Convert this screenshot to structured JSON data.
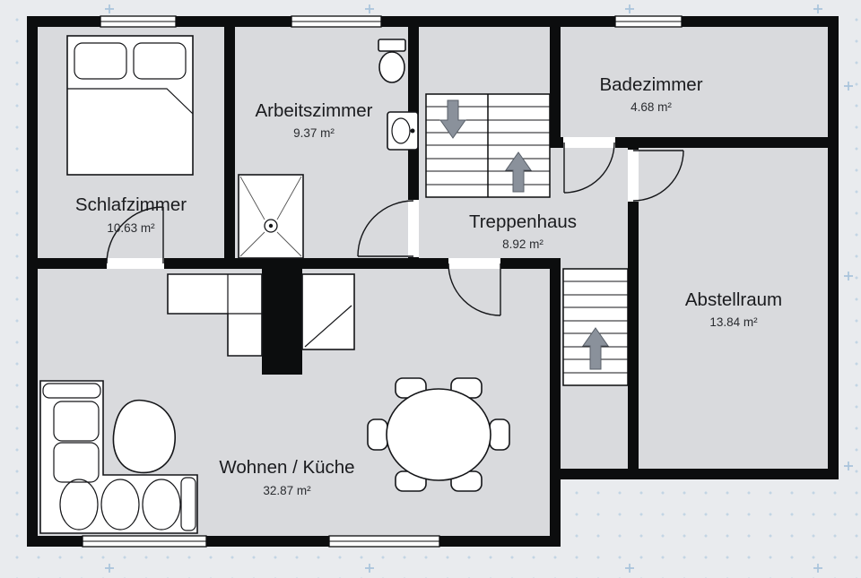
{
  "floorplan": {
    "rooms": [
      {
        "id": "schlafzimmer",
        "name": "Schlafzimmer",
        "area": "10.63 m²"
      },
      {
        "id": "arbeitszimmer",
        "name": "Arbeitszimmer",
        "area": "9.37 m²"
      },
      {
        "id": "badezimmer",
        "name": "Badezimmer",
        "area": "4.68 m²"
      },
      {
        "id": "treppenhaus",
        "name": "Treppenhaus",
        "area": "8.92 m²"
      },
      {
        "id": "abstellraum",
        "name": "Abstellraum",
        "area": "13.84 m²"
      },
      {
        "id": "wohnen_kueche",
        "name": "Wohnen / Küche",
        "area": "32.87 m²"
      }
    ],
    "stair_arrows": [
      {
        "id": "main-left",
        "direction": "down"
      },
      {
        "id": "main-right",
        "direction": "up"
      },
      {
        "id": "corridor",
        "direction": "up"
      }
    ],
    "colors": {
      "wall": "#0c0d0e",
      "room_fill": "#d9dadd",
      "background": "#e9ebee",
      "grid_dot": "#c3d5e4",
      "grid_cross": "#a9c4dc",
      "furniture_fill": "#ffffff",
      "furniture_outline": "#141518",
      "arrow_fill": "#8a919b",
      "label_text": "#1a1b1e",
      "area_text": "#2a2c30"
    }
  }
}
